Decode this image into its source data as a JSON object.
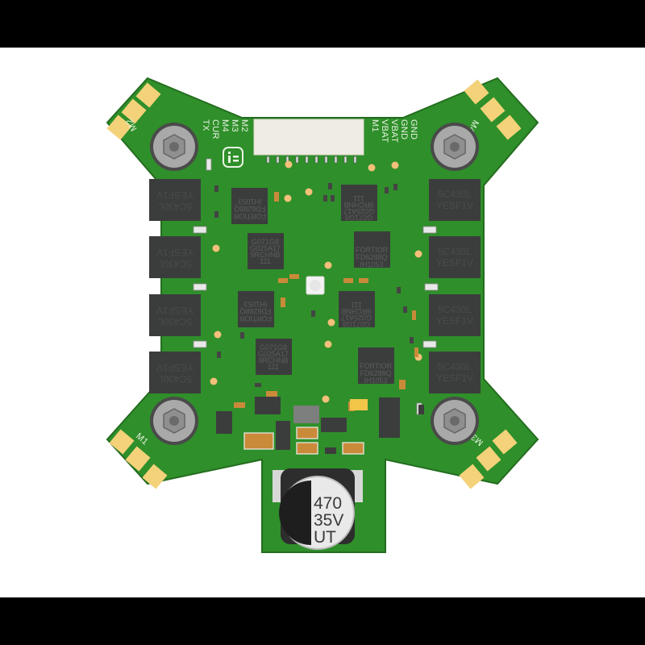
{
  "image": {
    "subject": "4-in-1 ESC printed circuit board (product render)",
    "background": "#ffffff",
    "letterbox_color": "#000000",
    "colors": {
      "pcb": "#2f8f2a",
      "pcb_edge": "#246d20",
      "pad_gold": "#f4d27a",
      "chip": "#3b3d3d",
      "silkscreen": "#e9f3e3",
      "smd_orange": "#c98a3a"
    }
  },
  "labels": {
    "connector_left": [
      "M2",
      "M3",
      "M4",
      "CUR",
      "TX"
    ],
    "connector_right": [
      "M1",
      "VBAT",
      "VBAT",
      "GND",
      "GND"
    ],
    "motor_pads": {
      "top_left": "M2",
      "top_right": "M4",
      "bottom_left": "M1",
      "bottom_right": "M3"
    }
  },
  "mosfets": {
    "line1": "5C430L",
    "line2": "YESF1V",
    "count_left": 4,
    "count_right": 4
  },
  "drivers": [
    {
      "brand": "FORTIOR",
      "model": "FD6288Q",
      "lot": "IH1053"
    },
    {
      "brand": "FORTIOR",
      "model": "FD6288Q",
      "lot": "IH1053"
    },
    {
      "brand": "FORTIOR",
      "model": "FD6288Q",
      "lot": "IH1053"
    },
    {
      "brand": "FORTIOR",
      "model": "FD6288Q",
      "lot": "IH1053"
    }
  ],
  "mcus": [
    {
      "line1": "G071G8",
      "line2": "G025A17",
      "line3": "9RCHNB",
      "line4": "111"
    },
    {
      "line1": "G071G8",
      "line2": "G025A17",
      "line3": "9RCHNB",
      "line4": "111"
    },
    {
      "line1": "G071G8",
      "line2": "G025A17",
      "line3": "9RCHNB",
      "line4": "111"
    },
    {
      "line1": "G071G8",
      "line2": "G025A17",
      "line3": "9RCHNB",
      "line4": "111"
    }
  ],
  "capacitor": {
    "line1": "470",
    "line2": "35V",
    "line3": "UT"
  },
  "logo": {
    "glyph": "i="
  }
}
